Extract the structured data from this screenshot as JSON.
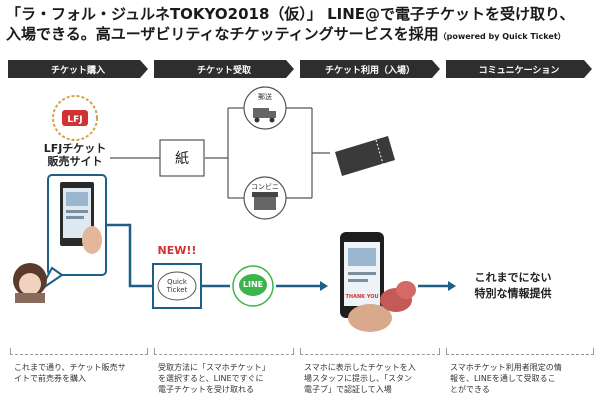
{
  "headline": {
    "line1": "「ラ・フォル・ジュルネTOKYO2018（仮）」 LINE@で電子チケットを受け取り、",
    "line2": "入場できる。高ユーザビリティなチケッティングサービスを採用",
    "powered": "（powered by Quick Ticket）"
  },
  "steps": [
    "チケット購入",
    "チケット受取",
    "チケット利用（入場）",
    "コミュニケーション"
  ],
  "purchase": {
    "logo_text": "LFJ",
    "site_label_1": "LFJチケット",
    "site_label_2": "販売サイト"
  },
  "receive": {
    "paper_label": "紙",
    "mail_label": "郵送",
    "convenience_label": "コンビニ",
    "new_label": "NEW!!",
    "quick_ticket_label_1": "Quick",
    "quick_ticket_label_2": "Ticket",
    "line_label": "LINE"
  },
  "entry": {
    "phone_text": "THANK YOU"
  },
  "communication": {
    "text_1": "これまでにない",
    "text_2": "特別な情報提供"
  },
  "descriptions": [
    [
      "これまで通り、チケット販売サ",
      "イトで前売券を購入"
    ],
    [
      "受取方法に「スマホチケット」",
      "を選択すると、LINEですぐに",
      "電子チケットを受け取れる"
    ],
    [
      "スマホに表示したチケットを入",
      "場スタッフに提示し、「スタン",
      "電子ブ」で認証して入場"
    ],
    [
      "スマホチケット利用者限定の情",
      "報を、LINEを通して受取るこ",
      "とができる"
    ]
  ],
  "colors": {
    "accent_blue": "#1f5f86",
    "line_green": "#3bb54a",
    "new_red": "#d13232",
    "dark_bar": "#2e2e2e"
  }
}
